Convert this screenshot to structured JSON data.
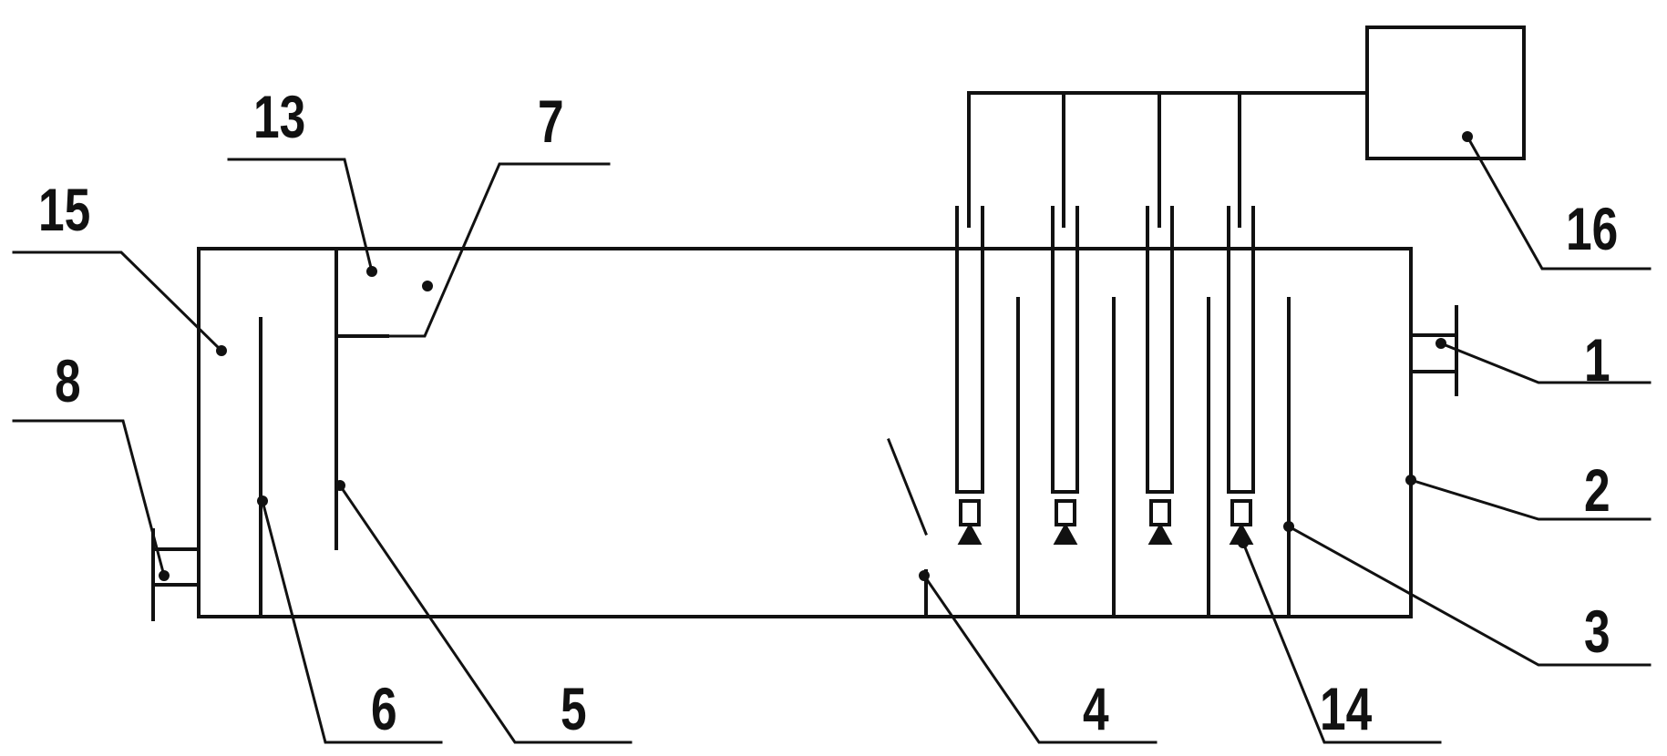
{
  "labels": {
    "l1": "1",
    "l2": "2",
    "l3": "3",
    "l4": "4",
    "l5": "5",
    "l6": "6",
    "l7": "7",
    "l8": "8",
    "l13": "13",
    "l14": "14",
    "l15": "15",
    "l16": "16"
  },
  "style": {
    "line_color": "#111111",
    "background": "#ffffff"
  }
}
